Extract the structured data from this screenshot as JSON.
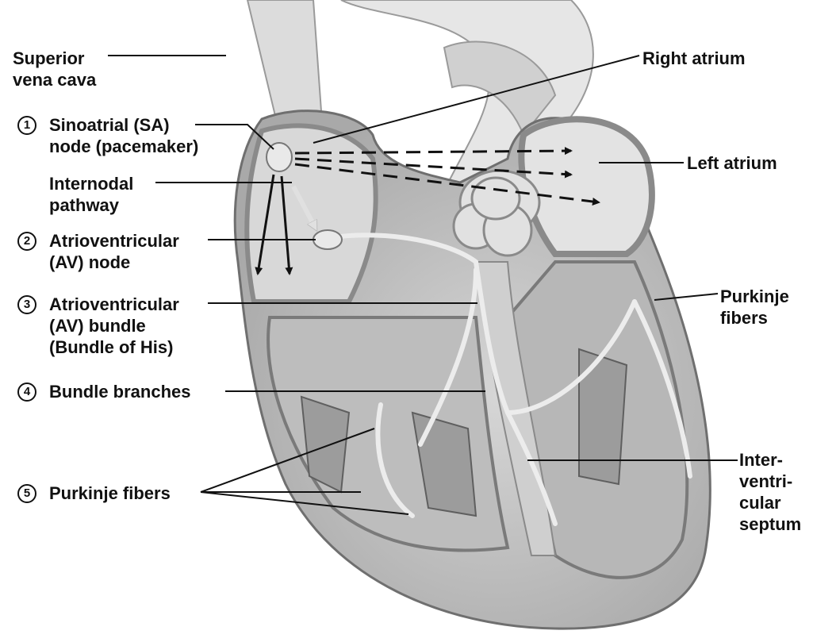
{
  "labels": {
    "superior_vena_cava": [
      "Superior",
      "vena cava"
    ],
    "right_atrium": "Right atrium",
    "sa_node": {
      "number": "1",
      "lines": [
        "Sinoatrial (SA)",
        "node (pacemaker)"
      ]
    },
    "left_atrium": "Left atrium",
    "internodal_pathway": [
      "Internodal",
      "pathway"
    ],
    "av_node": {
      "number": "2",
      "lines": [
        "Atrioventricular",
        "(AV) node"
      ]
    },
    "av_bundle": {
      "number": "3",
      "lines": [
        "Atrioventricular",
        "(AV) bundle",
        "(Bundle of His)"
      ]
    },
    "purkinje_right": [
      "Purkinje",
      "fibers"
    ],
    "bundle_branches": {
      "number": "4",
      "text": "Bundle branches"
    },
    "purkinje_left": {
      "number": "5",
      "text": "Purkinje fibers"
    },
    "interventricular_septum": [
      "Inter-",
      "ventri-",
      "cular",
      "septum"
    ]
  },
  "colors": {
    "text": "#111111",
    "leader": "#111111",
    "heart_fill": "#c9c9c9",
    "heart_dark": "#8f8f8f",
    "heart_light": "#e4e4e4",
    "conduction": "#d8d8d8",
    "arrow": "#111111"
  }
}
